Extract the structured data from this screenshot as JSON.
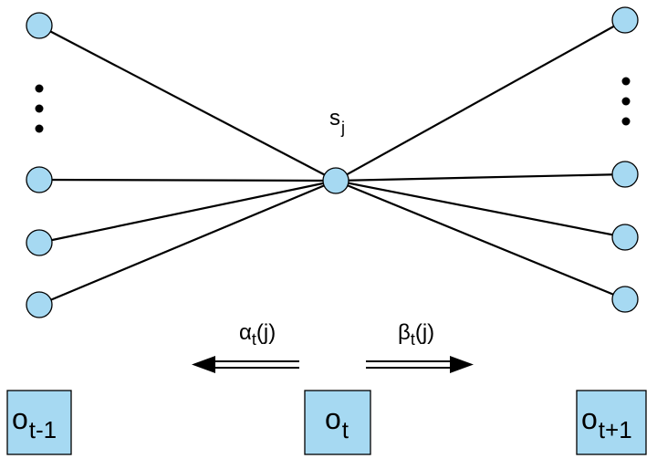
{
  "diagram": {
    "center_label": {
      "base": "s",
      "sub": "j"
    },
    "forward_label": {
      "base": "α",
      "sub": "t",
      "suffix": "(j)"
    },
    "backward_label": {
      "base": "β",
      "sub": "t",
      "suffix": "(j)"
    },
    "observations": [
      {
        "base": "o",
        "sub": "t-1"
      },
      {
        "base": "o",
        "sub": "t"
      },
      {
        "base": "o",
        "sub": "t+1"
      }
    ]
  },
  "colors": {
    "node_fill": "#a6d9f2",
    "box_fill": "#a6d9f2",
    "stroke": "#000000"
  }
}
